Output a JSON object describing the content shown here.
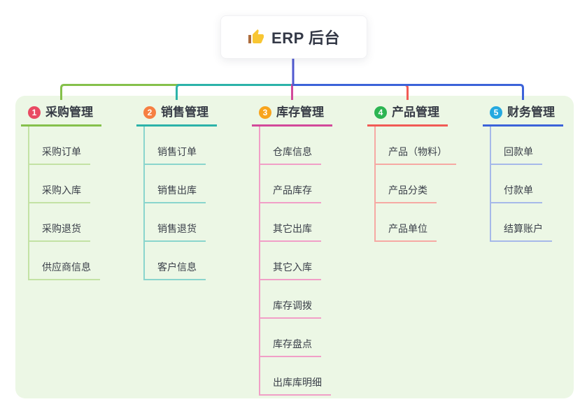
{
  "root": {
    "title": "ERP 后台",
    "icon": "thumbs-up-icon"
  },
  "canvas": {
    "panel_color": "#ecf7e5",
    "root_line_color": "#5059d0",
    "root_box_color": "#ffffff"
  },
  "branches": [
    {
      "index": "1",
      "label": "采购管理",
      "badge_color": "#e94a62",
      "line_color": "#85c04b",
      "light_color": "#c3e2a4",
      "children": [
        "采购订单",
        "采购入库",
        "采购退货",
        "供应商信息"
      ]
    },
    {
      "index": "2",
      "label": "销售管理",
      "badge_color": "#f67f42",
      "line_color": "#2cb3a9",
      "light_color": "#8ad5cd",
      "children": [
        "销售订单",
        "销售出库",
        "销售退货",
        "客户信息"
      ]
    },
    {
      "index": "3",
      "label": "库存管理",
      "badge_color": "#f8a41c",
      "line_color": "#d2499a",
      "light_color": "#f19fc7",
      "children": [
        "仓库信息",
        "产品库存",
        "其它出库",
        "其它入库",
        "库存调拨",
        "库存盘点",
        "出库库明细"
      ]
    },
    {
      "index": "4",
      "label": "产品管理",
      "badge_color": "#2cb552",
      "line_color": "#f15b55",
      "light_color": "#f6a9a3",
      "children": [
        "产品（物料）",
        "产品分类",
        "产品单位"
      ]
    },
    {
      "index": "5",
      "label": "财务管理",
      "badge_color": "#25a9e0",
      "line_color": "#3c63d9",
      "light_color": "#a6b9e9",
      "children": [
        "回款单",
        "付款单",
        "结算账户"
      ]
    }
  ]
}
